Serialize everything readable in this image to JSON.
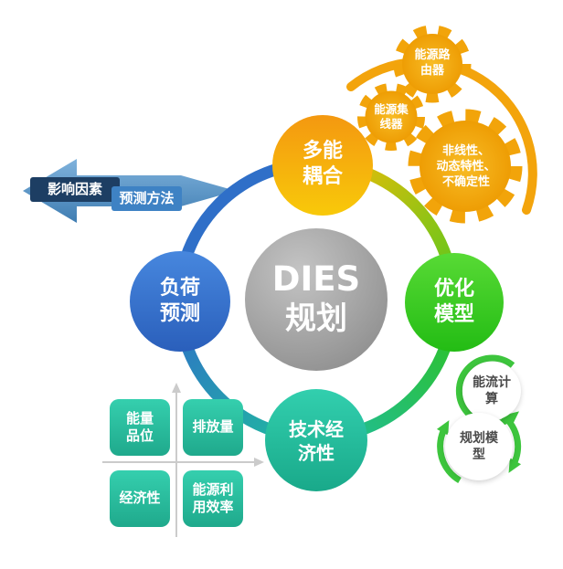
{
  "palette": {
    "center_gray": "#9E9E9E",
    "node_orange": "#F5A40F",
    "node_green": "#3CC828",
    "node_teal": "#25BFA0",
    "node_blue": "#2F6FC8",
    "ring_gold": "#F4BB06",
    "gear_orange": "#F2A40A",
    "arrow_blue": "#5B94C6",
    "factor_navy": "#1D3E63",
    "method_blue": "#3E82C4",
    "quad_teal": "#2BC3A4",
    "badge_green": "#3DC53D",
    "axis_gray": "#CBCBCB"
  },
  "center": {
    "lines": [
      "DIES",
      "规划"
    ]
  },
  "nodes": {
    "coupling": {
      "lines": [
        "多能",
        "耦合"
      ]
    },
    "optimization": {
      "lines": [
        "优化",
        "模型"
      ]
    },
    "techno_economic": {
      "lines": [
        "技术经",
        "济性"
      ]
    },
    "load_forecast": {
      "lines": [
        "负荷",
        "预测"
      ]
    }
  },
  "gears": {
    "energy_router": {
      "lines": [
        "能源路",
        "由器"
      ]
    },
    "energy_hub": {
      "lines": [
        "能源集",
        "线器"
      ]
    },
    "characteristics": {
      "lines": [
        "非线性、",
        "动态特性、",
        "不确定性"
      ]
    }
  },
  "arrow": {
    "factors": "影响因素",
    "method": "预测方法"
  },
  "quadrants": {
    "energy_grade": {
      "lines": [
        "能量",
        "品位"
      ]
    },
    "emissions": {
      "lines": [
        "排放量"
      ]
    },
    "economy": {
      "lines": [
        "经济性"
      ]
    },
    "efficiency": {
      "lines": [
        "能源利",
        "用效率"
      ]
    }
  },
  "badges": {
    "energy_flow_calc": {
      "lines": [
        "能流计",
        "算"
      ]
    },
    "planning_model": {
      "lines": [
        "规划模",
        "型"
      ]
    }
  }
}
